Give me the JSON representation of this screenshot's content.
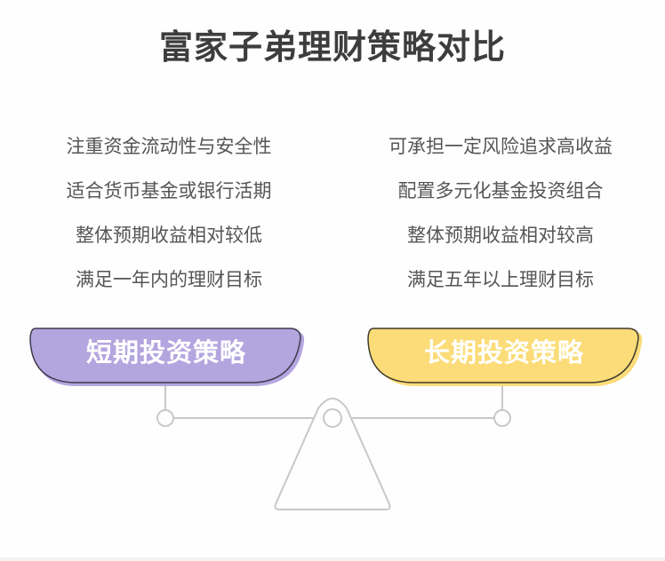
{
  "title": "富家子弟理财策略对比",
  "short_term": {
    "label": "短期投资策略",
    "color": "#b3a6df",
    "items": [
      "注重资金流动性与安全性",
      "适合货币基金或银行活期",
      "整体预期收益相对较低",
      "满足一年内的理财目标"
    ]
  },
  "long_term": {
    "label": "长期投资策略",
    "color": "#fbdc78",
    "items": [
      "可承担一定风险追求高收益",
      "配置多元化基金投资组合",
      "整体预期收益相对较高",
      "满足五年以上理财目标"
    ]
  }
}
